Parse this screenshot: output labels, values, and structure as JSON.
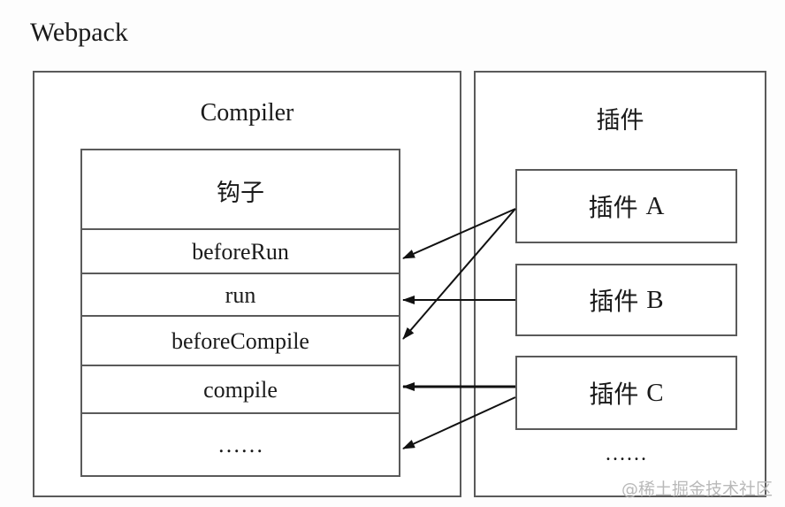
{
  "title": "Webpack",
  "compiler": {
    "title": "Compiler",
    "hooks_header": "钩子",
    "hooks": [
      "beforeRun",
      "run",
      "beforeCompile",
      "compile",
      "……"
    ]
  },
  "plugins_panel": {
    "title": "插件",
    "items": [
      {
        "cjk": "插件",
        "letter": "A"
      },
      {
        "cjk": "插件",
        "letter": "B"
      },
      {
        "cjk": "插件",
        "letter": "C"
      }
    ],
    "more": "……"
  },
  "connections": [
    {
      "from": "A",
      "to": "beforeRun"
    },
    {
      "from": "A",
      "to": "beforeCompile"
    },
    {
      "from": "B",
      "to": "run"
    },
    {
      "from": "C",
      "to": "compile"
    },
    {
      "from": "C",
      "to": "……"
    }
  ],
  "watermark": "@稀土掘金技术社区"
}
